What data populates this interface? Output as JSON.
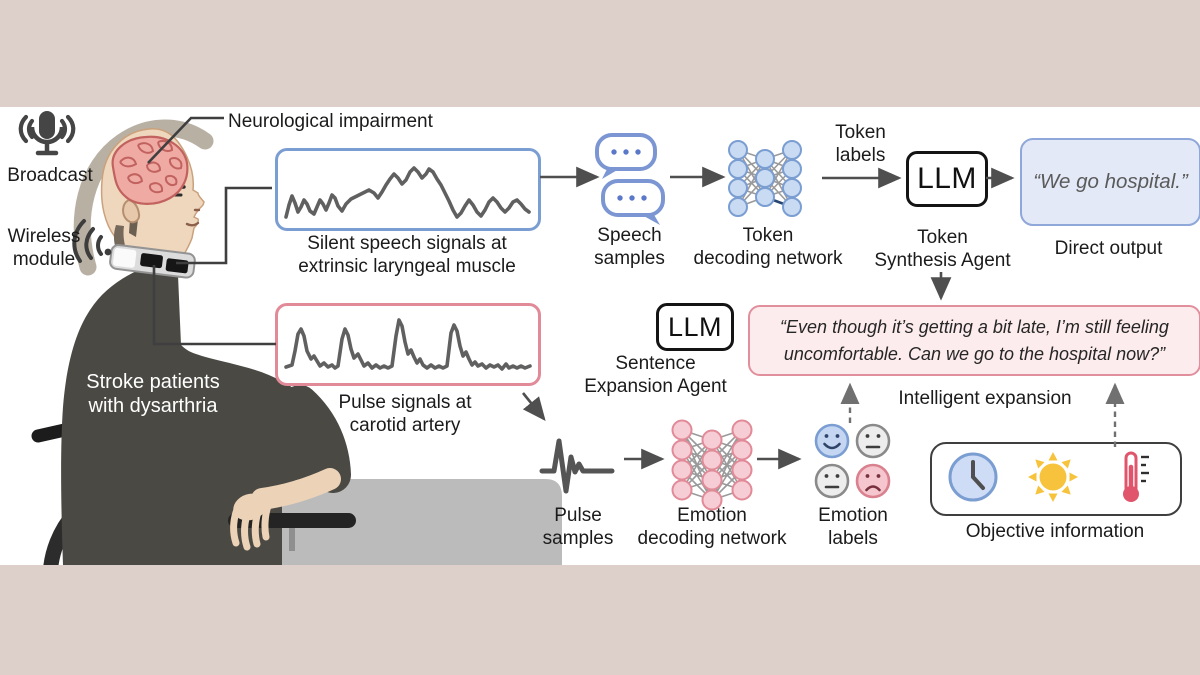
{
  "colors": {
    "background": "#ddcfc9",
    "panel": "#ffffff",
    "blue_accent": "#7b9ed2",
    "blue_node_fill": "#c9daf3",
    "pink_accent": "#e18a98",
    "pink_node_fill": "#f7cdd5",
    "direct_output_fill": "#e3e9f7",
    "expansion_fill": "#fdeced",
    "arrow": "#4f4f4f",
    "ink": "#1b1b1b"
  },
  "scene": {
    "broadcast_label": "Broadcast",
    "wireless_label": "Wireless\nmodule",
    "impairment_label": "Neurological impairment",
    "patient_label": "Stroke patients\nwith dysarthria"
  },
  "signal_boxes": {
    "silent_caption": "Silent speech signals at\nextrinsic laryngeal muscle",
    "pulse_caption": "Pulse signals at\ncarotid artery"
  },
  "token_path": {
    "samples_label": "Speech\nsamples",
    "network_label": "Token\ndecoding network",
    "token_labels": "Token\nlabels",
    "llm": "LLM",
    "agent_label": "Token\nSynthesis Agent",
    "output_quote": "“We go hospital.”",
    "output_label": "Direct output"
  },
  "expansion": {
    "llm": "LLM",
    "agent_label": "Sentence\nExpansion Agent",
    "quote": "“Even though it’s getting a bit late, I’m still feeling\nuncomfortable. Can we go to the hospital now?”",
    "caption": "Intelligent expansion"
  },
  "emotion_path": {
    "samples_label": "Pulse\nsamples",
    "network_label": "Emotion\ndecoding network",
    "labels_label": "Emotion\nlabels"
  },
  "objective_info": {
    "label": "Objective information",
    "icons": [
      "clock-icon",
      "sun-icon",
      "thermometer-icon"
    ]
  }
}
